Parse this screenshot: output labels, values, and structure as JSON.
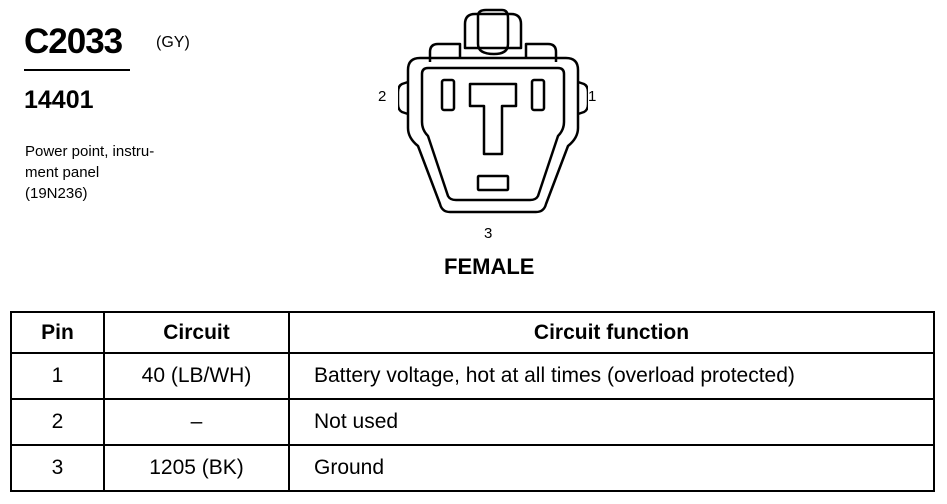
{
  "connector": {
    "id": "C2033",
    "color_code": "(GY)",
    "part_number": "14401",
    "description_lines": [
      "Power point, instru-",
      "ment panel",
      "(19N236)"
    ],
    "pin_labels": {
      "left": "2",
      "right": "1",
      "bottom": "3"
    },
    "gender": "FEMALE"
  },
  "table": {
    "headers": [
      "Pin",
      "Circuit",
      "Circuit function"
    ],
    "rows": [
      [
        "1",
        "40 (LB/WH)",
        "Battery voltage, hot at all times (overload protected)"
      ],
      [
        "2",
        "–",
        "Not used"
      ],
      [
        "3",
        "1205 (BK)",
        "Ground"
      ]
    ]
  }
}
